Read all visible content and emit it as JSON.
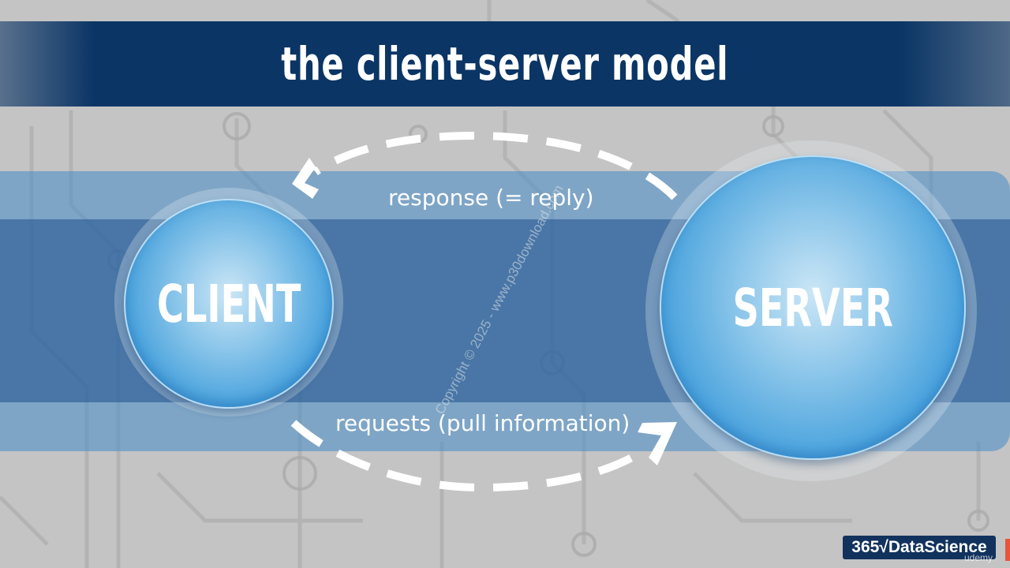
{
  "title": "the client-server model",
  "nodes": {
    "client": {
      "label": "CLIENT"
    },
    "server": {
      "label": "SERVER"
    }
  },
  "edges": {
    "response": {
      "label": "response (= reply)",
      "direction": "server-to-client"
    },
    "requests": {
      "label": "requests (pull information)",
      "direction": "client-to-server"
    }
  },
  "watermark": "Copyright © 2025 - www.p30download.com",
  "logo": "365√DataScience",
  "platform": "udemy",
  "colors": {
    "title_bar": "#0a3565",
    "band_outer": "#5a9fd2",
    "band_inner": "#2a5f95",
    "node_fill": "#5fb0e3",
    "text": "#ffffff",
    "background": "#c4c4c4"
  }
}
